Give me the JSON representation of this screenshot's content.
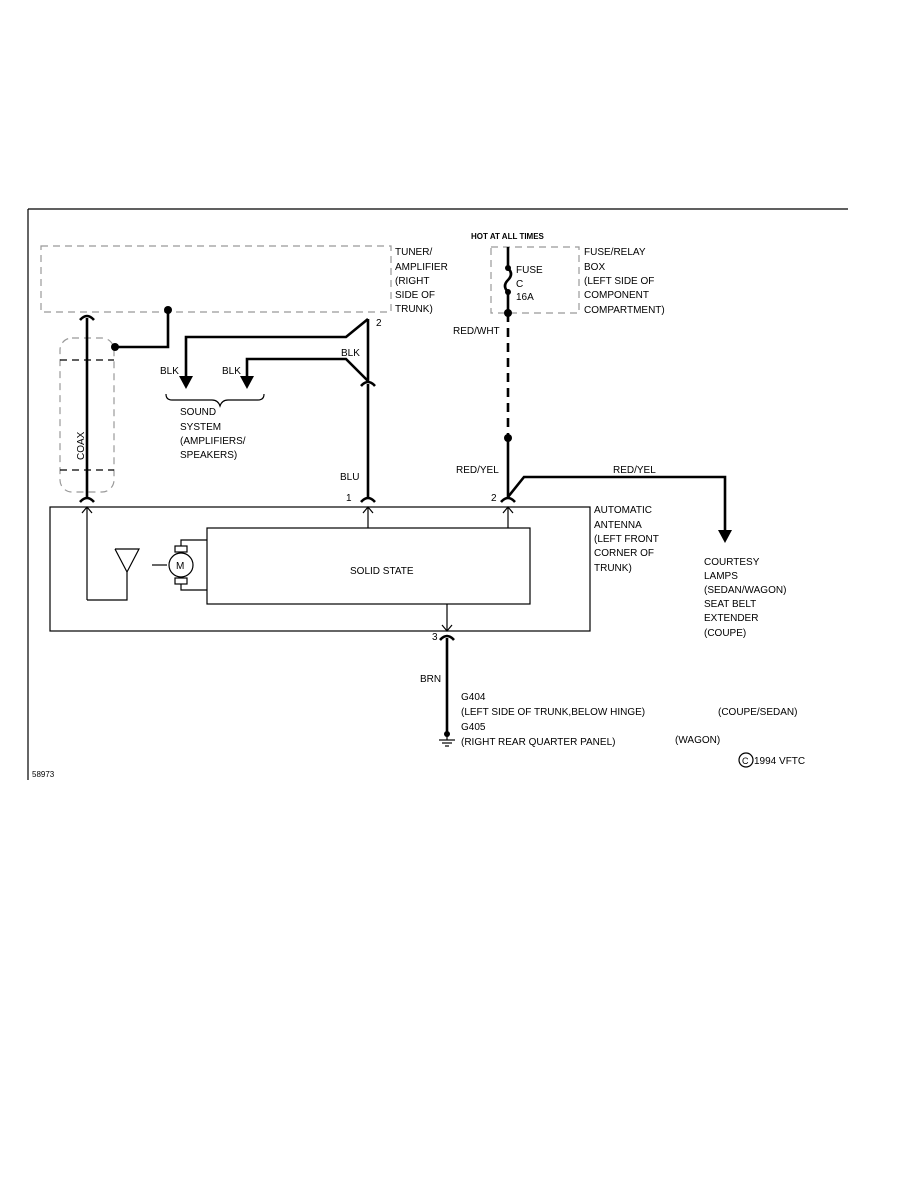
{
  "tuner": {
    "lines": [
      "TUNER/",
      "AMPLIFIER",
      "(RIGHT",
      "SIDE OF",
      "TRUNK)"
    ],
    "pin": "2"
  },
  "fuse_box": {
    "hot_label": "HOT AT ALL TIMES",
    "fuse_lines": [
      "FUSE",
      "C",
      "16A"
    ],
    "lines": [
      "FUSE/RELAY",
      "BOX",
      "(LEFT SIDE OF",
      "COMPONENT",
      "COMPARTMENT)"
    ]
  },
  "wires": {
    "red_wht": "RED/WHT",
    "red_yel_1": "RED/YEL",
    "red_yel_2": "RED/YEL",
    "blk_main": "BLK",
    "blk_1": "BLK",
    "blk_2": "BLK",
    "blu": "BLU",
    "brn": "BRN",
    "coax": "COAX"
  },
  "sound_system": {
    "lines": [
      "SOUND",
      "SYSTEM",
      "(AMPLIFIERS/",
      "SPEAKERS)"
    ]
  },
  "antenna": {
    "lines": [
      "AUTOMATIC",
      "ANTENNA",
      "(LEFT FRONT",
      "CORNER OF",
      "TRUNK)"
    ],
    "pin1": "1",
    "pin2": "2",
    "pin3": "3",
    "solid_state": "SOLID STATE",
    "motor": "M"
  },
  "courtesy": {
    "lines": [
      "COURTESY",
      "LAMPS",
      "(SEDAN/WAGON)",
      "SEAT BELT",
      "EXTENDER",
      "(COUPE)"
    ]
  },
  "ground": {
    "g404": "G404",
    "g404_loc": "(LEFT SIDE OF TRUNK,BELOW HINGE)",
    "g404_model": "(COUPE/SEDAN)",
    "g405": "G405",
    "g405_loc": "(RIGHT REAR QUARTER PANEL)",
    "g405_model": "(WAGON)"
  },
  "copyright": {
    "symbol": "C",
    "text": "1994 VFTC"
  },
  "figure_id": "58973"
}
